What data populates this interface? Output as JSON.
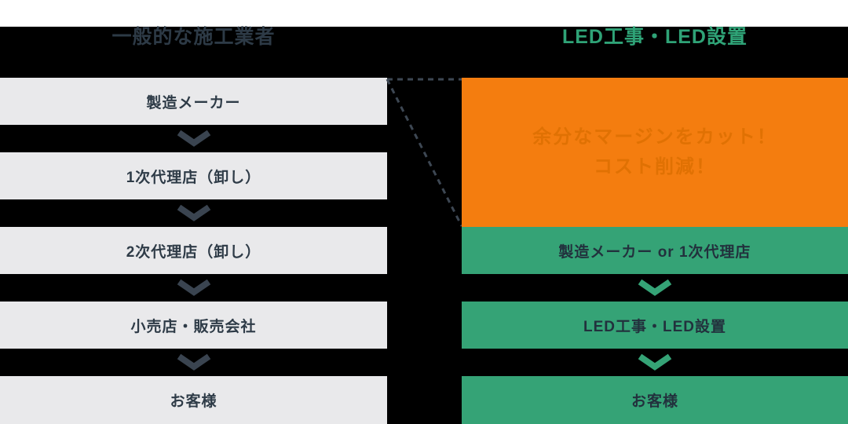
{
  "left_column": {
    "header": "一般的な施工業者",
    "steps": [
      "製造メーカー",
      "1次代理店（卸し）",
      "2次代理店（卸し）",
      "小売店・販売会社",
      "お客様"
    ]
  },
  "right_column": {
    "header": "LED工事・LED設置",
    "highlight_banner": {
      "line1": "余分なマージンをカット！",
      "line2": "コスト削減！"
    },
    "steps": [
      "製造メーカー or 1次代理店",
      "LED工事・LED設置",
      "お客様"
    ]
  },
  "icons": {
    "flow_arrow": "chevron-down-icon",
    "connector": "dashed-expansion-lines"
  },
  "colors": {
    "page_background": "#000000",
    "top_strip": "#ffffff",
    "left_header_text": "#2d3a46",
    "right_header_text": "#2fa377",
    "gray_box_background": "#e9e9eb",
    "gray_box_text": "#2e3b47",
    "green_box_background": "#35a376",
    "green_box_text": "#22313d",
    "orange_box_background": "#f47d0f",
    "orange_box_text": "#e07103",
    "left_arrow": "#3a4450",
    "green_arrow": "#35a376",
    "dashed_connector": "#3d4753"
  }
}
